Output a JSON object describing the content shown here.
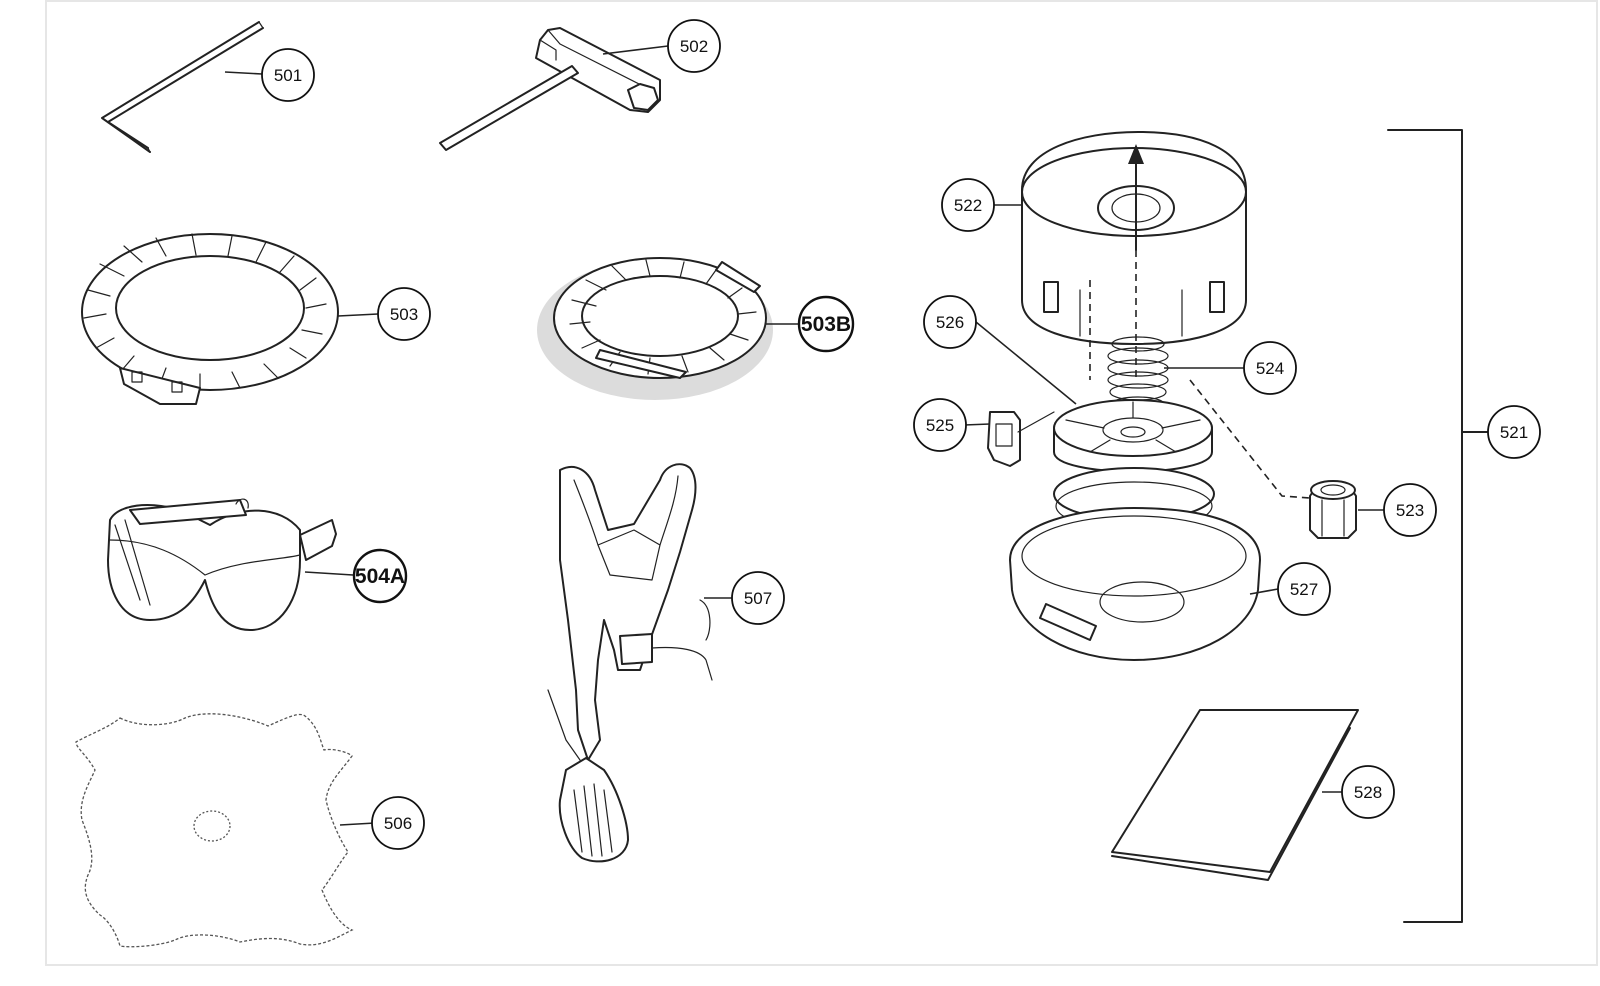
{
  "parts": [
    {
      "id": "p501",
      "label": "501"
    },
    {
      "id": "p502",
      "label": "502"
    },
    {
      "id": "p503",
      "label": "503"
    },
    {
      "id": "p503b",
      "label": "503B"
    },
    {
      "id": "p504a",
      "label": "504A"
    },
    {
      "id": "p506",
      "label": "506"
    },
    {
      "id": "p507",
      "label": "507"
    },
    {
      "id": "p521",
      "label": "521"
    },
    {
      "id": "p522",
      "label": "522"
    },
    {
      "id": "p523",
      "label": "523"
    },
    {
      "id": "p524",
      "label": "524"
    },
    {
      "id": "p525",
      "label": "525"
    },
    {
      "id": "p526",
      "label": "526"
    },
    {
      "id": "p527",
      "label": "527"
    },
    {
      "id": "p528",
      "label": "528"
    }
  ]
}
